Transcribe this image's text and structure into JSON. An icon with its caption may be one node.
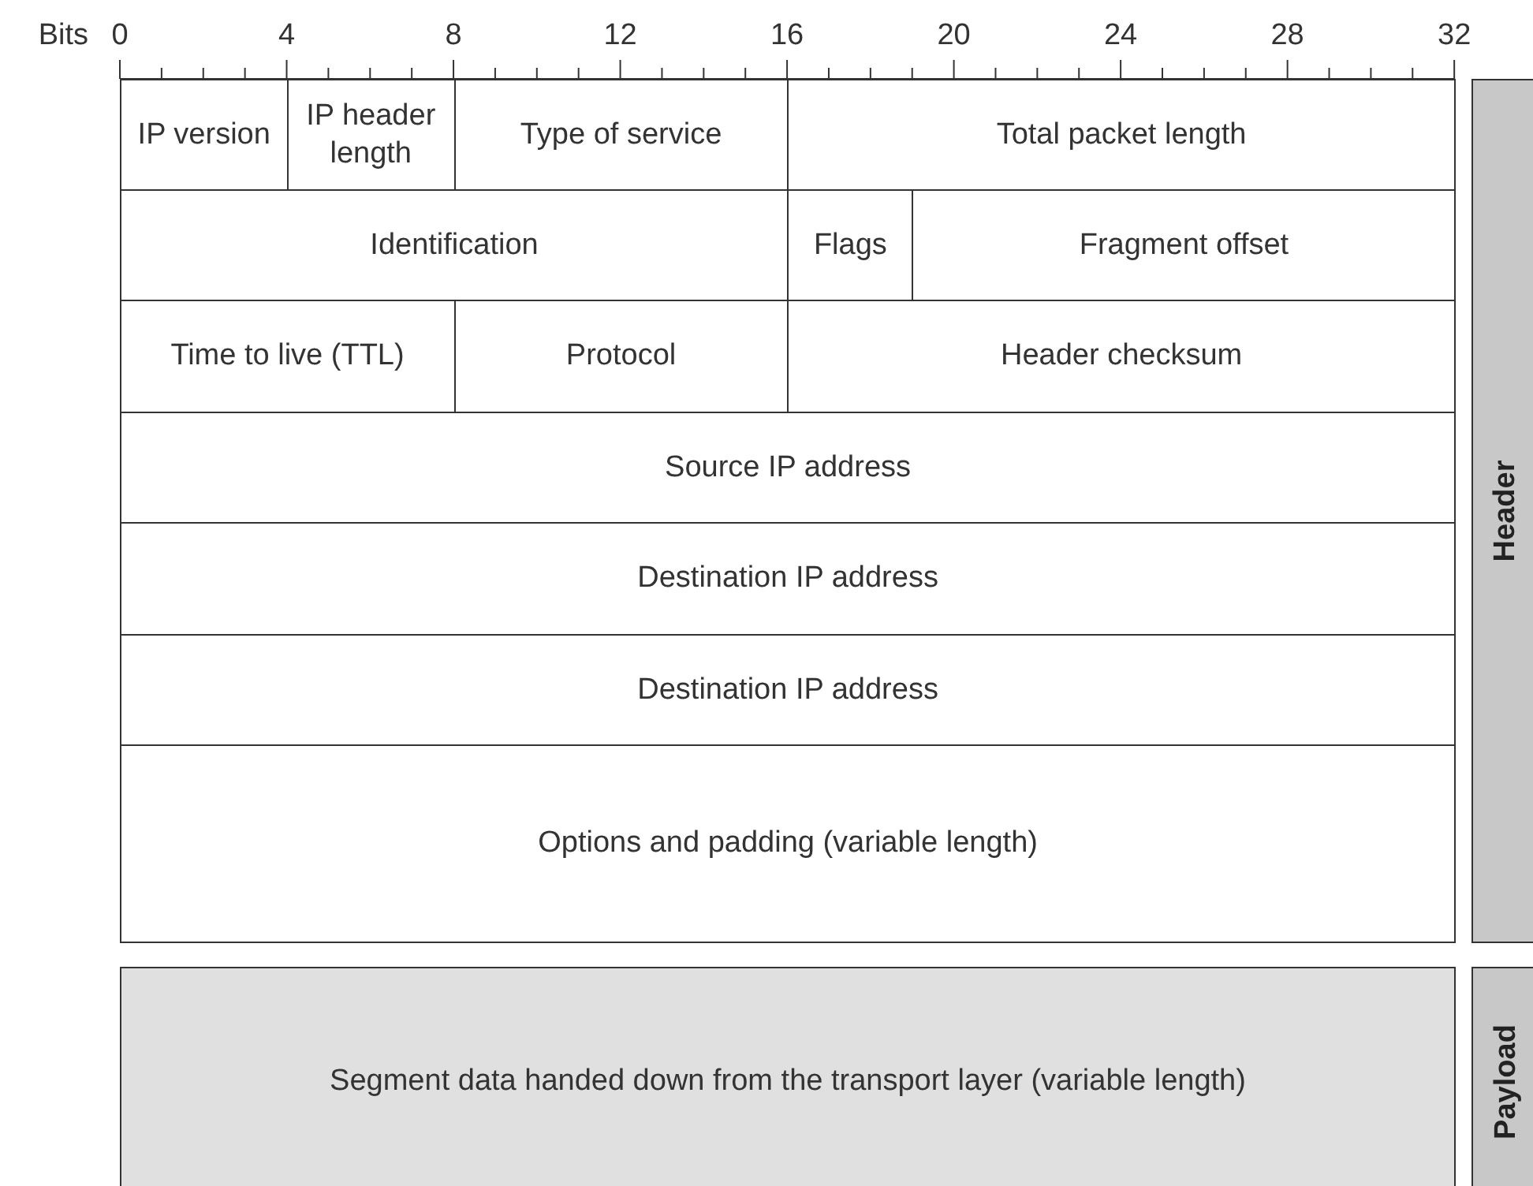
{
  "diagram": {
    "nodes": [
      {
        "text": [
          "IP version"
        ]
      },
      {
        "text": [
          "IP header length"
        ]
      },
      {
        "text": [
          "Type of service"
        ]
      },
      {
        "text": [
          "Total packet length"
        ]
      },
      {
        "text": [
          "Identification"
        ]
      },
      {
        "text": [
          "Flags"
        ]
      },
      {
        "text": [
          "Fragment offset"
        ]
      },
      {
        "text": [
          "Time to live (TTL)"
        ]
      },
      {
        "text": [
          "Protocol"
        ]
      },
      {
        "text": [
          "Header checksum"
        ]
      },
      {
        "text": [
          "Source IP address"
        ]
      },
      {
        "text": [
          "Destination IP address"
        ]
      },
      {
        "text": [
          "Destination IP address"
        ]
      },
      {
        "text": [
          "Options and padding (variable length)"
        ]
      },
      {
        "text": [
          "Segment data handed down from the transport layer (variable length)"
        ]
      },
      {
        "text": [
          "Header"
        ]
      },
      {
        "text": [
          "Payload"
        ]
      }
    ],
    "labels": [
      "Bits",
      "0",
      "4",
      "8",
      "12",
      "16",
      "20",
      "24",
      "28",
      "32"
    ]
  }
}
